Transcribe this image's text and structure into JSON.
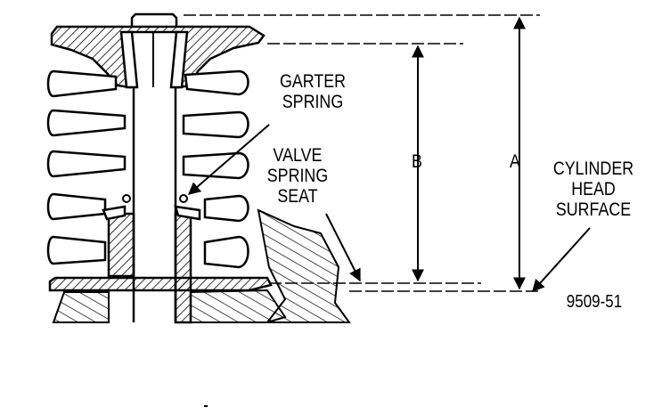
{
  "labels": {
    "garter_spring": [
      "GARTER",
      "SPRING"
    ],
    "valve_spring_seat": [
      "VALVE",
      "SPRING",
      "SEAT"
    ],
    "cylinder_head_surface": [
      "CYLINDER",
      "HEAD",
      "SURFACE"
    ],
    "dimension_a": "A",
    "dimension_b": "B",
    "figure_number": "9509-51"
  },
  "colors": {
    "ink": "#000000",
    "paper": "#ffffff"
  }
}
